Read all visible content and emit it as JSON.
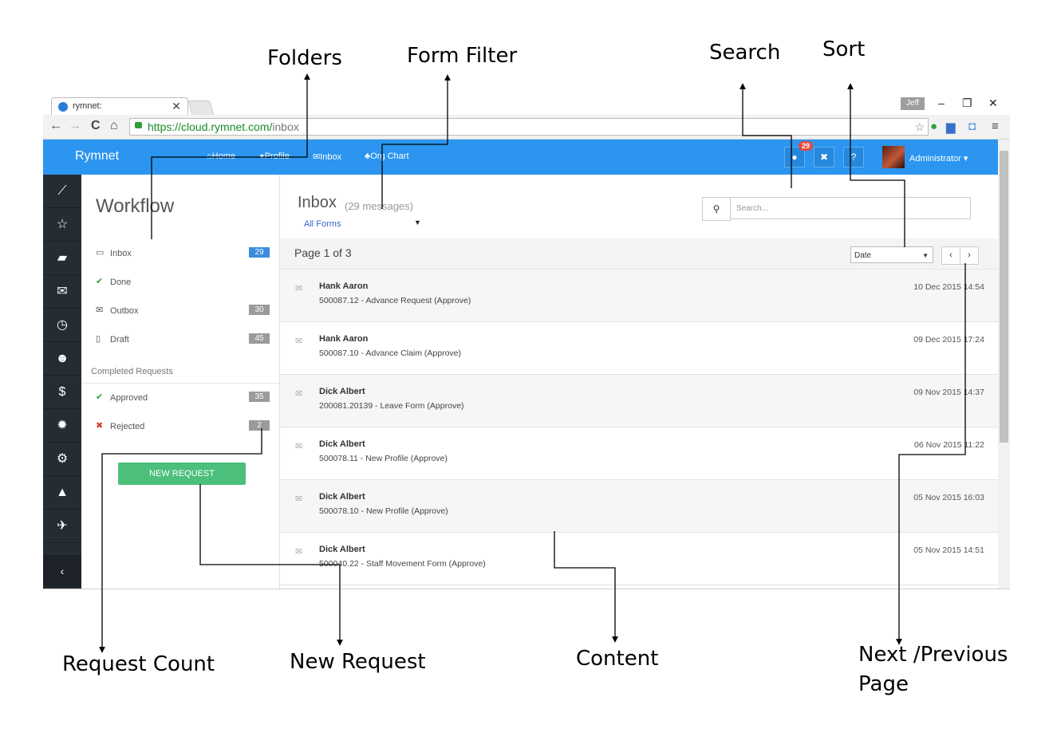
{
  "annotations": {
    "folders": "Folders",
    "form_filter": "Form Filter",
    "search": "Search",
    "sort": "Sort",
    "request_count": "Request Count",
    "new_request": "New Request",
    "content": "Content",
    "next_prev_line1": "Next /Previous",
    "next_prev_line2": "Page"
  },
  "browser": {
    "tab_title": "rymnet:",
    "user_chip": "Jeff",
    "url_host": "https://cloud.rymnet.com/",
    "url_path": "inbox"
  },
  "navbar": {
    "brand": "Rymnet",
    "links": [
      "Home",
      "Profile",
      "Inbox",
      "Org Chart"
    ],
    "notification_count": "29",
    "user": "Administrator"
  },
  "sidebar_icons": [
    "chart-icon",
    "star-icon",
    "book-icon",
    "envelope-icon",
    "clock-icon",
    "users-icon",
    "dollar-icon",
    "gear-icon",
    "cogs-icon",
    "lock-icon",
    "plane-icon"
  ],
  "left_panel": {
    "title": "Workflow",
    "folders": [
      {
        "label": "Inbox",
        "count": "29",
        "icon": "inbox-icon",
        "color": "#3c8dde"
      },
      {
        "label": "Done",
        "count": "",
        "icon": "check-icon",
        "color": "#2e9e3c"
      },
      {
        "label": "Outbox",
        "count": "30",
        "icon": "envelope-icon",
        "color": "#9b9b9b"
      },
      {
        "label": "Draft",
        "count": "45",
        "icon": "file-icon",
        "color": "#9b9b9b"
      }
    ],
    "section": "Completed Requests",
    "completed": [
      {
        "label": "Approved",
        "count": "35",
        "icon": "check-icon",
        "color": "#9b9b9b"
      },
      {
        "label": "Rejected",
        "count": "2",
        "icon": "x-icon",
        "color": "#9b9b9b"
      }
    ],
    "new_request": "NEW REQUEST"
  },
  "main": {
    "title": "Inbox",
    "count_text": "(29 messages)",
    "filter": "All Forms",
    "search_placeholder": "Search...",
    "page_text": "Page 1 of 3",
    "sort": "Date",
    "messages": [
      {
        "from": "Hank Aaron",
        "subject": "500087.12 - Advance Request (Approve)",
        "date": "10 Dec 2015 14:54"
      },
      {
        "from": "Hank Aaron",
        "subject": "500087.10 - Advance Claim (Approve)",
        "date": "09 Dec 2015 17:24"
      },
      {
        "from": "Dick Albert",
        "subject": "200081.20139 - Leave Form (Approve)",
        "date": "09 Nov 2015 14:37"
      },
      {
        "from": "Dick Albert",
        "subject": "500078.11 - New Profile (Approve)",
        "date": "06 Nov 2015 11:22"
      },
      {
        "from": "Dick Albert",
        "subject": "500078.10 - New Profile (Approve)",
        "date": "05 Nov 2015 16:03"
      },
      {
        "from": "Dick Albert",
        "subject": "500040.22 - Staff Movement Form (Approve)",
        "date": "05 Nov 2015 14:51"
      }
    ]
  },
  "colors": {
    "navbar": "#2b95ef",
    "sidebar": "#252c34",
    "new_request_button": "#4bbf7b",
    "notification_badge": "#e24b3c"
  }
}
